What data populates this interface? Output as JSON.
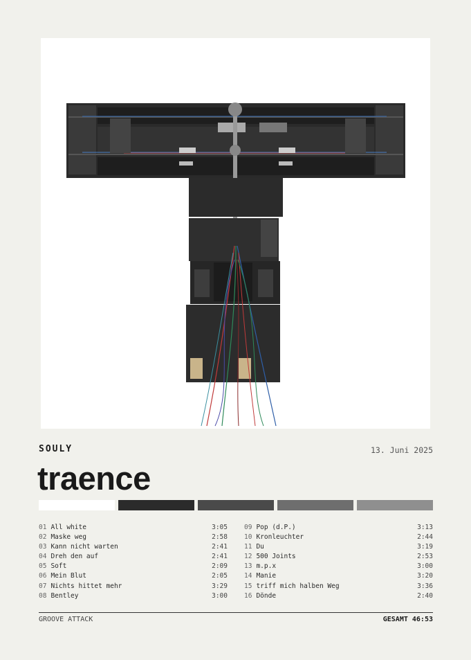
{
  "artist": "SOULY",
  "release_date": "13. Juni 2025",
  "album_title": "traence",
  "palette": [
    "#ffffff",
    "#2b2b2b",
    "#4a4a4a",
    "#6e6e6e",
    "#8f8f8f"
  ],
  "tracks_left": [
    {
      "num": "01",
      "title": "All white",
      "duration": "3:05"
    },
    {
      "num": "02",
      "title": "Maske weg",
      "duration": "2:58"
    },
    {
      "num": "03",
      "title": "Kann nicht warten",
      "duration": "2:41"
    },
    {
      "num": "04",
      "title": "Dreh den auf",
      "duration": "2:41"
    },
    {
      "num": "05",
      "title": "Soft",
      "duration": "2:09"
    },
    {
      "num": "06",
      "title": "Mein Blut",
      "duration": "2:05"
    },
    {
      "num": "07",
      "title": "Nichts hittet mehr",
      "duration": "3:29"
    },
    {
      "num": "08",
      "title": "Bentley",
      "duration": "3:00"
    }
  ],
  "tracks_right": [
    {
      "num": "09",
      "title": "Pop (d.P.)",
      "duration": "3:13"
    },
    {
      "num": "10",
      "title": "Kronleuchter",
      "duration": "2:44"
    },
    {
      "num": "11",
      "title": "Du",
      "duration": "3:19"
    },
    {
      "num": "12",
      "title": "500 Joints",
      "duration": "2:53"
    },
    {
      "num": "13",
      "title": "m.p.x",
      "duration": "3:00"
    },
    {
      "num": "14",
      "title": "Manie",
      "duration": "3:20"
    },
    {
      "num": "15",
      "title": "triff mich halben Weg",
      "duration": "3:36"
    },
    {
      "num": "16",
      "title": "Dönde",
      "duration": "2:40"
    }
  ],
  "record_label": "GROOVE ATTACK",
  "total_duration": "GESAMT 46:53"
}
